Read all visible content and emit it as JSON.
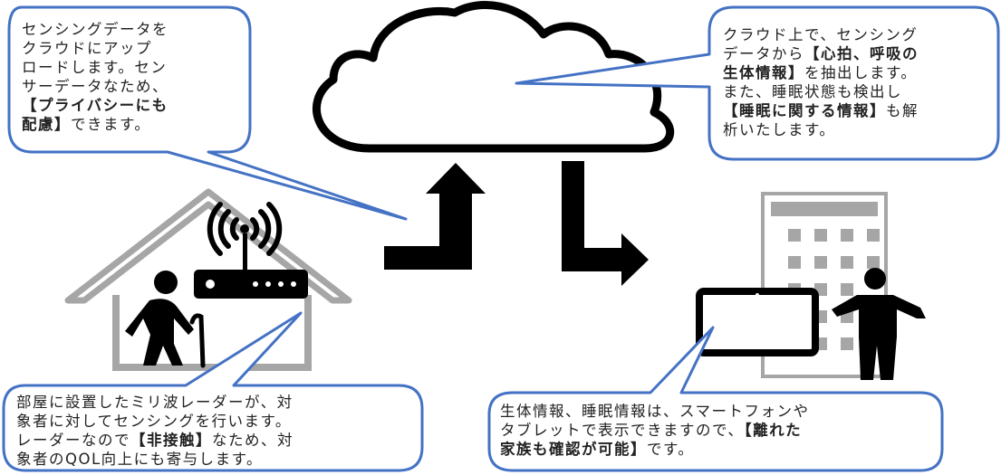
{
  "colors": {
    "bubble_border": "#4472c4",
    "dark": "#000000",
    "gray": "#a6a6a6",
    "building_window": "#a6a6a6"
  },
  "icons": [
    "cloud-icon",
    "house-icon",
    "elderly-person-icon",
    "radar-device-icon",
    "wireless-signal-icon",
    "building-icon",
    "tablet-icon",
    "person-icon",
    "upload-arrow-icon",
    "download-arrow-icon"
  ],
  "callouts": {
    "upload": {
      "t1": "センシングデータを",
      "t2": "クラウドにアップ",
      "t3": "ロードします。セン",
      "t4": "サーデータなため、",
      "b1": "【プライバシーにも",
      "b2": "配慮】",
      "t5": "できます。"
    },
    "cloud": {
      "t1": "クラウド上で、センシング",
      "t2": "データから",
      "b1": "【心拍、呼吸の",
      "b2": "生体情報】",
      "t3": "を抽出します。",
      "t4": "また、睡眠状態も検出し",
      "b3": "【睡眠に関する情報】",
      "t5": "も解",
      "t6": "析いたします。"
    },
    "radar": {
      "t1": "部屋に設置したミリ波レーダーが、対",
      "t2": "象者に対してセンシングを行います。",
      "t3": "レーダーなので",
      "b1": "【非接触】",
      "t4": "なため、対",
      "t5": "象者のQOL向上にも寄与します。"
    },
    "family": {
      "t1": "生体情報、睡眠情報は、スマートフォンや",
      "t2": "タブレットで表示できますので、",
      "b1": "【離れた",
      "b2": "家族も確認が可能】",
      "t3": "です。"
    }
  }
}
